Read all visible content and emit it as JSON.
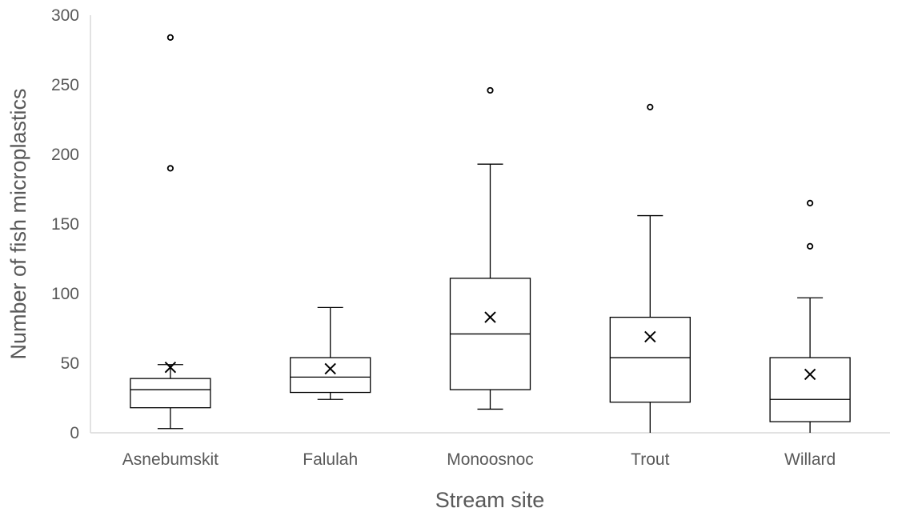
{
  "chart_data": {
    "type": "box",
    "title": "",
    "xlabel": "Stream site",
    "ylabel": "Number of fish microplastics",
    "ylim": [
      0,
      300
    ],
    "yticks": [
      0,
      50,
      100,
      150,
      200,
      250,
      300
    ],
    "grid": false,
    "categories": [
      "Asnebumskit",
      "Falulah",
      "Monoosnoc",
      "Trout",
      "Willard"
    ],
    "boxes": [
      {
        "category": "Asnebumskit",
        "min": 3,
        "q1": 18,
        "median": 31,
        "q3": 39,
        "max": 49,
        "mean": 47,
        "outliers": [
          190,
          284
        ]
      },
      {
        "category": "Falulah",
        "min": 24,
        "q1": 29,
        "median": 40,
        "q3": 54,
        "max": 90,
        "mean": 46,
        "outliers": []
      },
      {
        "category": "Monoosnoc",
        "min": 17,
        "q1": 31,
        "median": 71,
        "q3": 111,
        "max": 193,
        "mean": 83,
        "outliers": [
          246
        ]
      },
      {
        "category": "Trout",
        "min": 0,
        "q1": 22,
        "median": 54,
        "q3": 83,
        "max": 156,
        "mean": 69,
        "outliers": [
          234
        ]
      },
      {
        "category": "Willard",
        "min": 0,
        "q1": 8,
        "median": 24,
        "q3": 54,
        "max": 97,
        "mean": 42,
        "outliers": [
          134,
          165
        ]
      }
    ],
    "colors": {
      "stroke": "#000000",
      "axis": "#d9d9d9",
      "text": "#595959"
    }
  }
}
